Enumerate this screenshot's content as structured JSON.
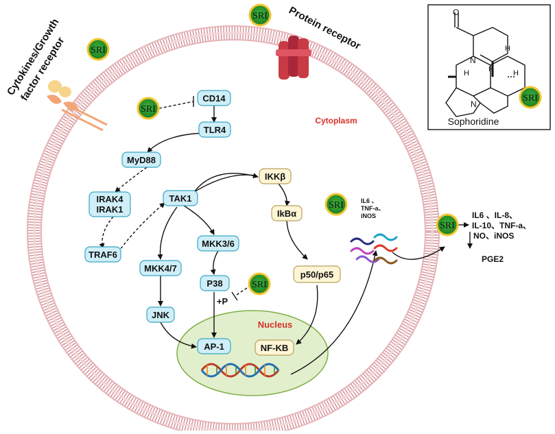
{
  "labels": {
    "protein_receptor": "Protein receptor",
    "cytokines_line1": "Cytokines/Growth",
    "cytokines_line2": "factor receptor",
    "cytoplasm": "Cytoplasm",
    "nucleus": "Nucleus",
    "phospho": "+P",
    "sophoridine": "Sophoridine",
    "h_label": "H",
    "n_label": "N",
    "o_label": "O"
  },
  "nodes": {
    "cd14": "CD14",
    "tlr4": "TLR4",
    "myd88": "MyD88",
    "irak4": "IRAK4",
    "irak1": "IRAK1",
    "traf6": "TRAF6",
    "tak1": "TAK1",
    "ikkb": "IKKβ",
    "ikba": "IkBα",
    "mkk36": "MKK3/6",
    "mkk47": "MKK4/7",
    "p38": "P38",
    "jnk": "JNK",
    "p50p65": "p50/p65",
    "ap1": "AP-1",
    "nfkb": "NF-KB"
  },
  "sri": "SRI",
  "cytokines_small": {
    "line1": "IL6 、",
    "line2": "TNF-a、",
    "line3": "iNOS"
  },
  "outputs": {
    "line1": "IL6 、IL-8、",
    "line2": "IL-10、TNF-a、",
    "line3": "NO、iNOS",
    "pge2": "PGE2"
  },
  "colors": {
    "cyan_fill": "#cfeef7",
    "cyan_stroke": "#3aa6c4",
    "beige_fill": "#fdf5d5",
    "beige_stroke": "#b9a05c",
    "sri_fill": "#2c9c2c",
    "sri_ring": "#f3c531",
    "nucleus_fill": "#e2efcc",
    "nucleus_stroke": "#7fae4a",
    "membrane": "#d79a9f",
    "cytoplasm_red": "#d5312a",
    "receptor_red": "#c83a44"
  }
}
